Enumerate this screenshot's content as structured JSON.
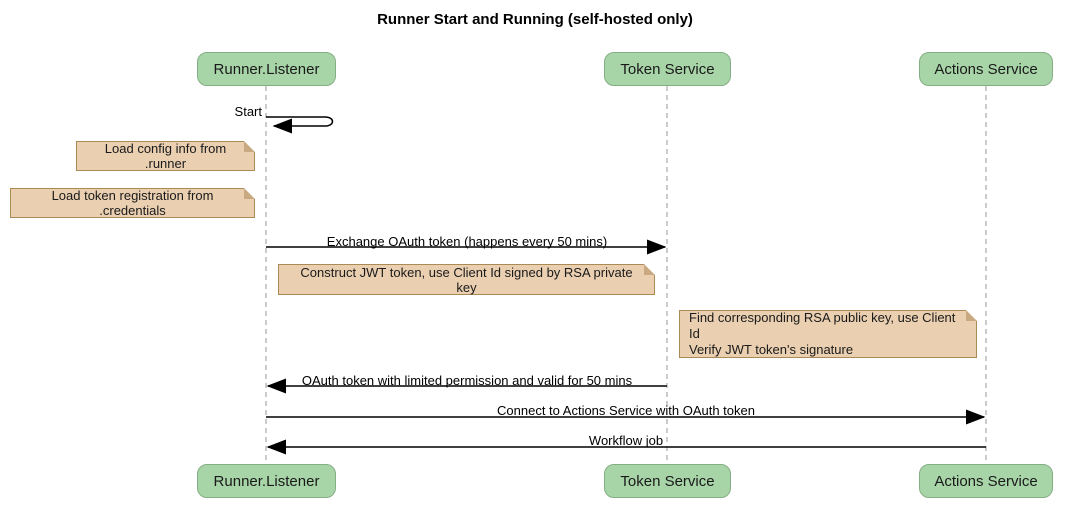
{
  "title": "Runner Start and Running (self-hosted only)",
  "participants": [
    {
      "name": "Runner.Listener"
    },
    {
      "name": "Token Service"
    },
    {
      "name": "Actions Service"
    }
  ],
  "messages": {
    "start": "Start",
    "exchange": "Exchange OAuth token (happens every 50 mins)",
    "oauth_return": "OAuth token with limited permission and valid for 50 mins",
    "connect": "Connect to Actions Service with OAuth token",
    "workflow": "Workflow job"
  },
  "notes": {
    "load_config": "Load config info from .runner",
    "load_token": "Load token registration from .credentials",
    "construct_jwt": "Construct JWT token, use Client Id signed by RSA private key",
    "verify_line1": "Find corresponding RSA public key, use Client Id",
    "verify_line2": "Verify JWT token's signature"
  },
  "colors": {
    "participant_fill": "#a8d5a8",
    "participant_border": "#84ae84",
    "note_fill": "#eacfb1",
    "note_border": "#aa8b55",
    "note_fold": "#c9a97f",
    "lifeline": "#999999",
    "arrow": "#000000"
  }
}
